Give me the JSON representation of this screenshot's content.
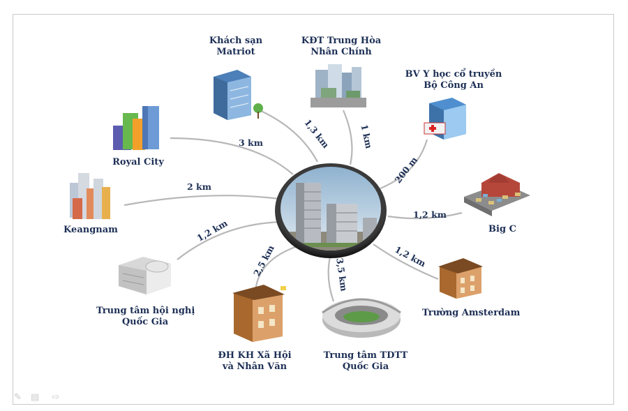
{
  "center": {
    "name": "center-building-photo"
  },
  "locations": [
    {
      "id": "matriot",
      "lines": [
        "Khách sạn",
        "Matriot"
      ],
      "distance": "1,3 km",
      "icon": "office-building-icon",
      "color": "#5a8fc4"
    },
    {
      "id": "trung-hoa",
      "lines": [
        "KĐT Trung Hòa",
        "Nhân Chính"
      ],
      "distance": "1 km",
      "icon": "tower-cluster-icon",
      "color": "#8aa7c4"
    },
    {
      "id": "bv-y-hoc",
      "lines": [
        "BV Y học cổ truyền",
        "Bộ Công An"
      ],
      "distance": "200 m",
      "icon": "hospital-icon",
      "color": "#5ea0d8"
    },
    {
      "id": "royal-city",
      "lines": [
        "Royal City"
      ],
      "distance": "3 km",
      "icon": "skyscrapers-icon",
      "color": "#7b9cd6"
    },
    {
      "id": "keangnam",
      "lines": [
        "Keangnam"
      ],
      "distance": "2 km",
      "icon": "city-towers-icon",
      "color": "#d98b63"
    },
    {
      "id": "big-c",
      "lines": [
        "Big C"
      ],
      "distance": "1,2 km",
      "icon": "market-icon",
      "color": "#b54a3a"
    },
    {
      "id": "hoi-nghi",
      "lines": [
        "Trung tâm hội nghị",
        "Quốc Gia"
      ],
      "distance": "1,2 km",
      "icon": "convention-center-icon",
      "color": "#c9c9c9"
    },
    {
      "id": "dh-kh",
      "lines": [
        "ĐH KH Xã Hội",
        "và Nhân Văn"
      ],
      "distance": "2,5 km",
      "icon": "university-icon",
      "color": "#c98a4a"
    },
    {
      "id": "tdtt",
      "lines": [
        "Trung tâm TDTT",
        "Quốc Gia"
      ],
      "distance": "3,5 km",
      "icon": "stadium-icon",
      "color": "#9a9a9a"
    },
    {
      "id": "amsterdam",
      "lines": [
        "Trường Amsterdam"
      ],
      "distance": "1,2 km",
      "icon": "school-building-icon",
      "color": "#c98a4a"
    }
  ]
}
